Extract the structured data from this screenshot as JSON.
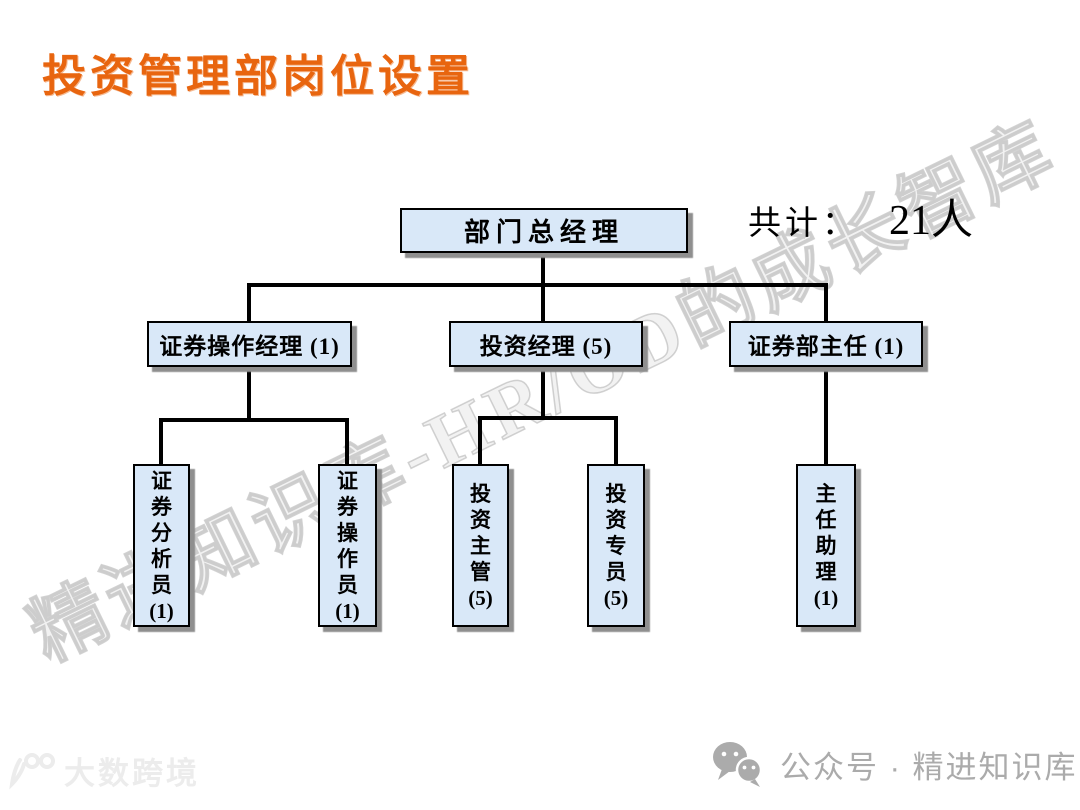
{
  "slide": {
    "title": "投资管理部岗位设置",
    "total_label": "共计：",
    "total_value": "21人",
    "watermark": "精进知识库-HR/OD的成长智库"
  },
  "org_chart": {
    "root": "部门总经理",
    "level2": [
      "证券操作经理 (1)",
      "投资经理 (5)",
      "证券部主任 (1)"
    ],
    "level3": [
      "证\n券\n分\n析\n员\n(1)",
      "证\n券\n操\n作\n员\n(1)",
      "投\n资\n主\n管\n(5)",
      "投\n资\n专\n员\n(5)",
      "主\n任\n助\n理\n(1)"
    ]
  },
  "footer": {
    "brand": "大数跨境",
    "wechat": "公众号 · 精进知识库"
  },
  "icons": {
    "wechat": "wechat-icon",
    "brand": "brand-100-icon"
  },
  "colors": {
    "title": "#E8650F",
    "box_fill": "#D9E8F8",
    "box_border": "#000000",
    "box_shadow": "#8F8F8F",
    "connector": "#000000",
    "watermark": "#C3C3C3",
    "footer_text": "#ABABAB",
    "brand_text": "#ECECEC"
  }
}
